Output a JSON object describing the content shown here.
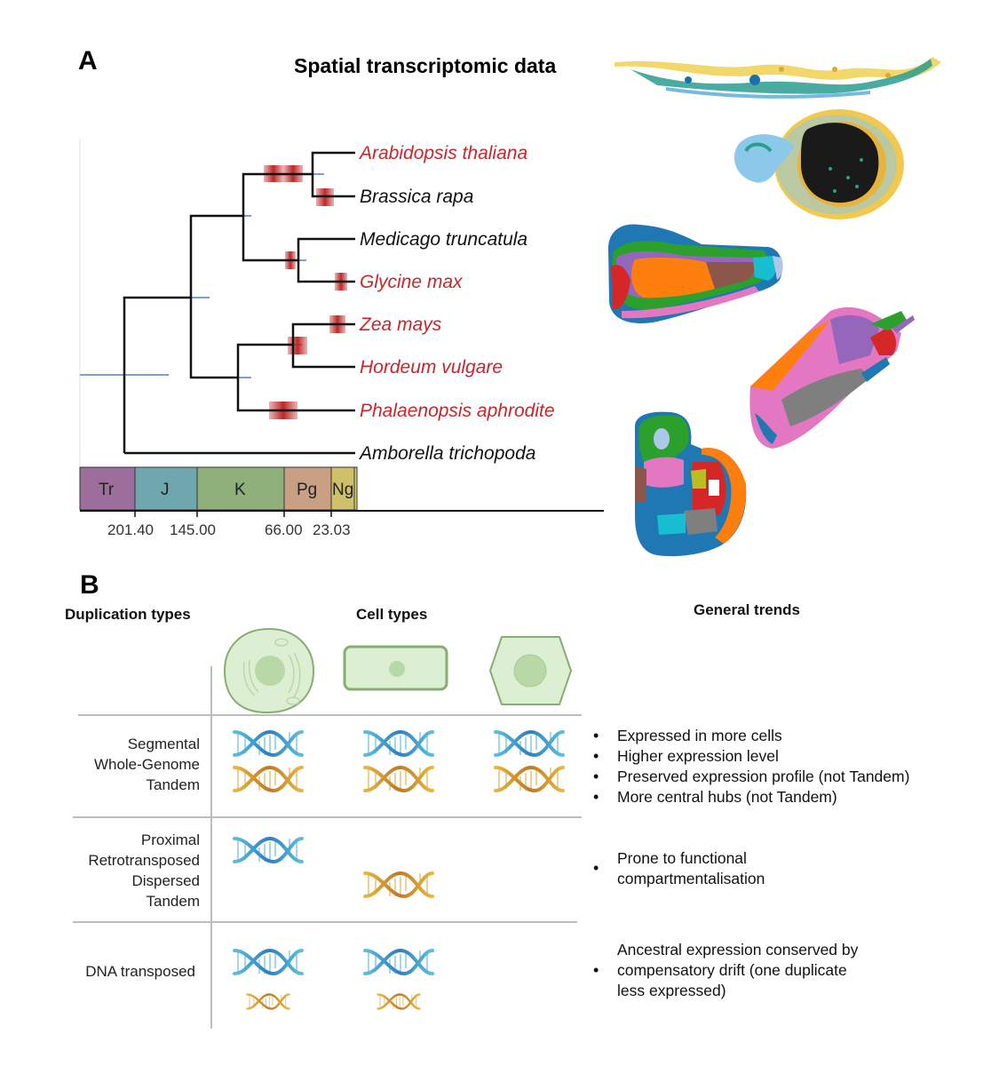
{
  "panel_a": {
    "letter": "A",
    "spatial_title": "Spatial transcriptomic data",
    "species": [
      {
        "name": "Arabidopsis thaliana",
        "highlighted": true
      },
      {
        "name": "Brassica rapa",
        "highlighted": false
      },
      {
        "name": "Medicago truncatula",
        "highlighted": false
      },
      {
        "name": "Glycine max",
        "highlighted": true
      },
      {
        "name": "Zea mays",
        "highlighted": true
      },
      {
        "name": "Hordeum vulgare",
        "highlighted": true
      },
      {
        "name": "Phalaenopsis aphrodite",
        "highlighted": true
      },
      {
        "name": "Amborella trichopoda",
        "highlighted": false
      }
    ],
    "geologic_periods": [
      {
        "label": "Tr",
        "color": "#9b6e9b"
      },
      {
        "label": "J",
        "color": "#6fa7ae"
      },
      {
        "label": "K",
        "color": "#8fb07a"
      },
      {
        "label": "Pg",
        "color": "#c9a083"
      },
      {
        "label": "Ng",
        "color": "#cfc06a"
      }
    ],
    "time_ticks": [
      "201.40",
      "145.00",
      "66.00",
      "23.03"
    ],
    "colors": {
      "highlight_species": "#c8262b",
      "wgd_marker": "#b71c1c",
      "node_error_bar": "#7a9fdc"
    }
  },
  "panel_b": {
    "letter": "B",
    "headers": {
      "duplication_types": "Duplication types",
      "cell_types": "Cell types",
      "general_trends": "General trends"
    },
    "rows": [
      {
        "duplication_types": [
          "Segmental",
          "Whole-Genome",
          "Tandem"
        ],
        "trends": [
          "Expressed in more cells",
          "Higher expression level",
          "Preserved expression profile (not Tandem)",
          "More central hubs (not Tandem)"
        ]
      },
      {
        "duplication_types": [
          "Proximal",
          "Retrotransposed",
          "Dispersed",
          "Tandem"
        ],
        "trends": [
          "Prone to functional",
          "compartmentalisation"
        ]
      },
      {
        "duplication_types": [
          "DNA transposed"
        ],
        "trends": [
          "Ancestral expression conserved by",
          "compensatory drift (one duplicate",
          "less expressed)"
        ]
      }
    ],
    "colors": {
      "dna_blue": "#3a8fc7",
      "dna_gold": "#d49a2e",
      "cell_fill": "#dcefd3",
      "cell_stroke": "#86ad72"
    }
  }
}
